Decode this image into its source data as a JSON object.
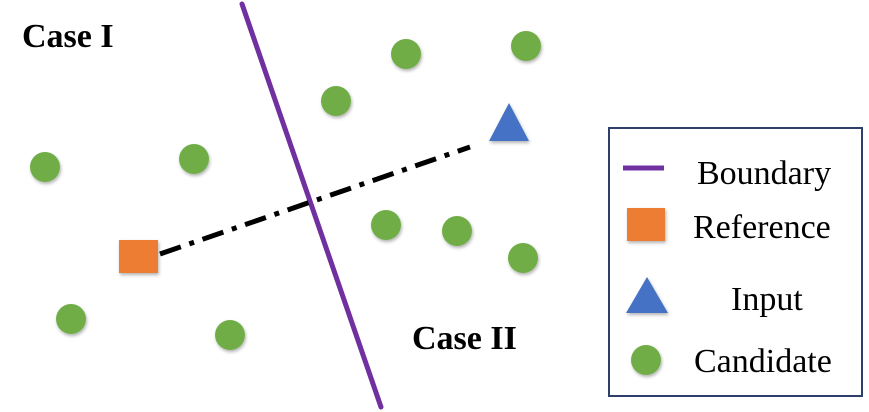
{
  "labels": {
    "case_1": "Case I",
    "case_2": "Case II"
  },
  "legend": {
    "boundary": "Boundary",
    "reference": "Reference",
    "input": "Input",
    "candidate": "Candidate"
  },
  "colors": {
    "boundary": "#7030A0",
    "reference": "#ED7D31",
    "input": "#4472C4",
    "candidate": "#70AD47",
    "legend_border": "#2F3E6B",
    "connector": "#000000"
  }
}
